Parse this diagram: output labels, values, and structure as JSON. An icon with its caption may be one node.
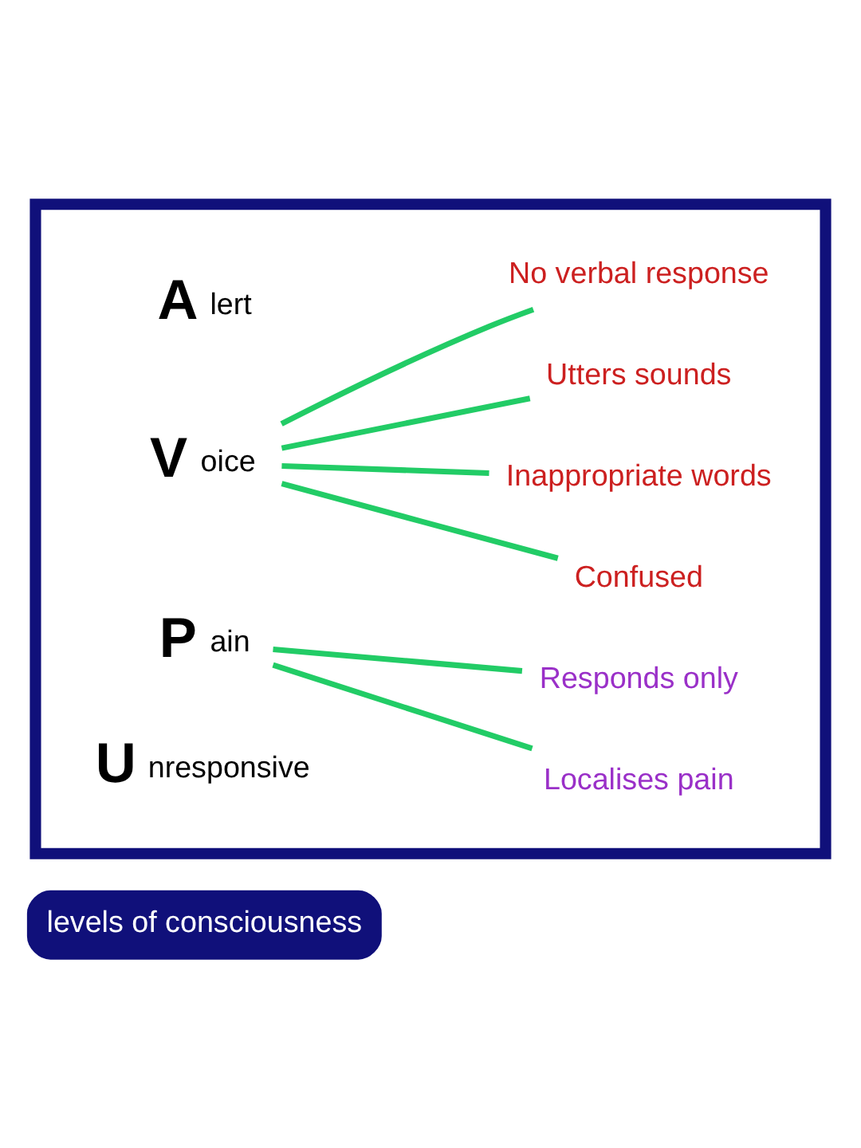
{
  "diagram": {
    "nodes": [
      {
        "text": [
          "levels of consciousness"
        ]
      },
      {
        "text": [],
        "shape": "box"
      },
      {
        "text": [
          "A",
          "lert"
        ],
        "in": 1
      },
      {
        "text": [
          "V",
          "oice"
        ],
        "in": 1
      },
      {
        "text": [
          "P",
          "ain"
        ],
        "in": 1
      },
      {
        "text": [
          "U",
          "nresponsive"
        ],
        "in": 1
      },
      {
        "text": [
          "Confused"
        ],
        "in": 1
      },
      {
        "text": [
          "Inappropriate words"
        ],
        "in": 1
      },
      {
        "text": [
          "Utters sounds"
        ],
        "in": 1
      },
      {
        "text": [
          "No verbal response"
        ],
        "in": 1
      },
      {
        "text": [
          "Localises pain"
        ],
        "in": 1
      },
      {
        "text": [
          "Responds only"
        ],
        "in": 1
      }
    ],
    "edges": [
      {
        "from": 3,
        "to": 6,
        "arrow": "none"
      },
      {
        "from": 3,
        "to": 7,
        "arrow": "none"
      },
      {
        "from": 3,
        "to": 8,
        "arrow": "none"
      },
      {
        "from": 3,
        "to": 9,
        "arrow": "none"
      },
      {
        "from": 4,
        "to": 10,
        "arrow": "none"
      },
      {
        "from": 4,
        "to": 11,
        "arrow": "none"
      }
    ]
  }
}
